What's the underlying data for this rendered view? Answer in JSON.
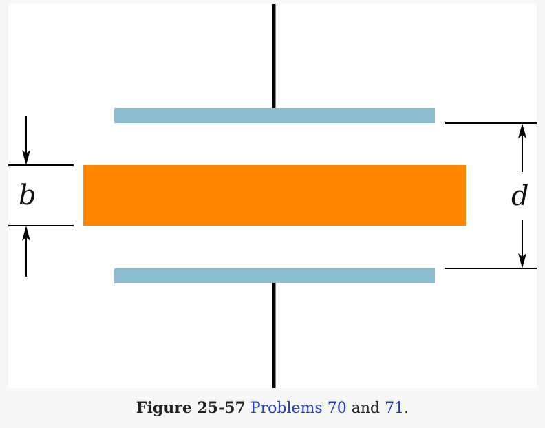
{
  "figure": {
    "labels": {
      "b": "b",
      "d": "d"
    },
    "colors": {
      "plate": "#8bbccf",
      "slab": "#ff8800",
      "wire": "#000000",
      "dimension": "#000000"
    }
  },
  "caption": {
    "figure_label": "Figure 25-57",
    "problems_word": "Problems",
    "problem_a": "70",
    "and_word": "and",
    "problem_b": "71",
    "period": "."
  }
}
